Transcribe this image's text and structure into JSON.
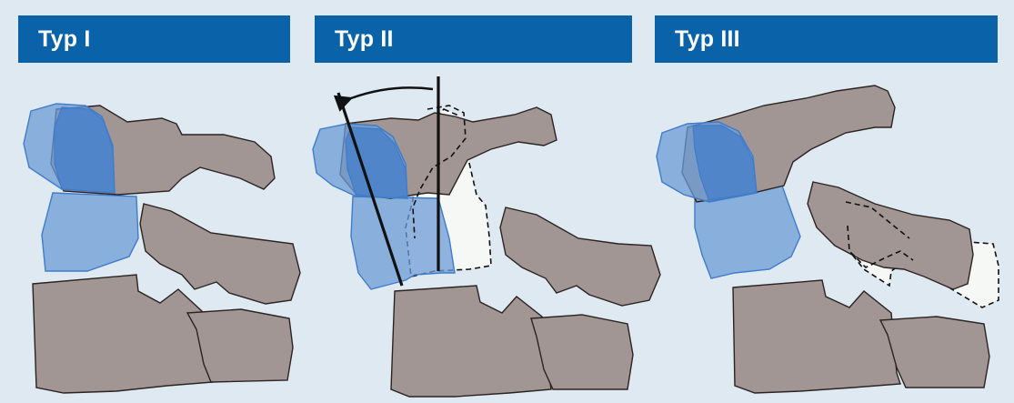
{
  "panels": [
    {
      "title": "Typ I"
    },
    {
      "title": "Typ II"
    },
    {
      "title": "Typ III"
    }
  ],
  "colors": {
    "background": "#dfe9f2",
    "header": "#0a63a9",
    "header_text": "#ffffff",
    "bone": "#a19693",
    "bone_outline": "#2b2321",
    "vertebra_highlight": "#6c9bd6",
    "vertebra_highlight_dark": "#3f7ccc",
    "displaced_fill": "#f6f8f5"
  }
}
